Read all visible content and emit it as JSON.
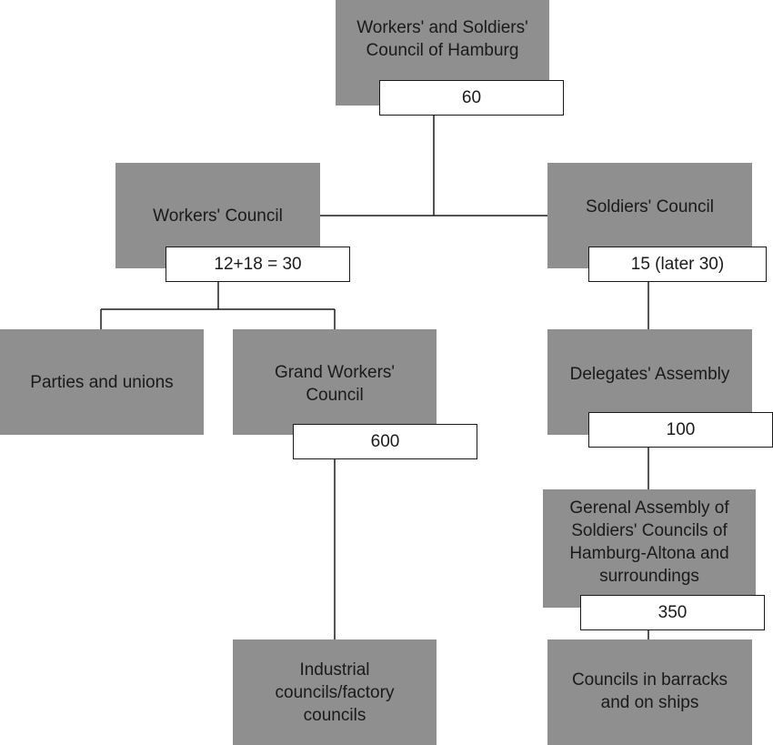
{
  "nodes": {
    "hamburg": {
      "label": "Workers' and Soldiers' Council of Hamburg",
      "count": "60"
    },
    "workers": {
      "label": "Workers' Council",
      "count": "12+18 = 30"
    },
    "soldiers": {
      "label": "Soldiers' Council",
      "count": "15 (later 30)"
    },
    "parties": {
      "label": "Parties and unions"
    },
    "grand": {
      "label": "Grand Workers' Council",
      "count": "600"
    },
    "delegates": {
      "label": "Delegates' Assembly",
      "count": "100"
    },
    "general": {
      "label": "Gerenal Assembly of Soldiers' Councils of Hamburg-Altona and surroundings",
      "count": "350"
    },
    "industrial": {
      "label": "Industrial councils/factory councils"
    },
    "barracks": {
      "label": "Councils in barracks and on ships"
    }
  },
  "colors": {
    "node_fill": "#8f8f8f",
    "count_fill": "#ffffff",
    "line": "#1a1a1a"
  }
}
